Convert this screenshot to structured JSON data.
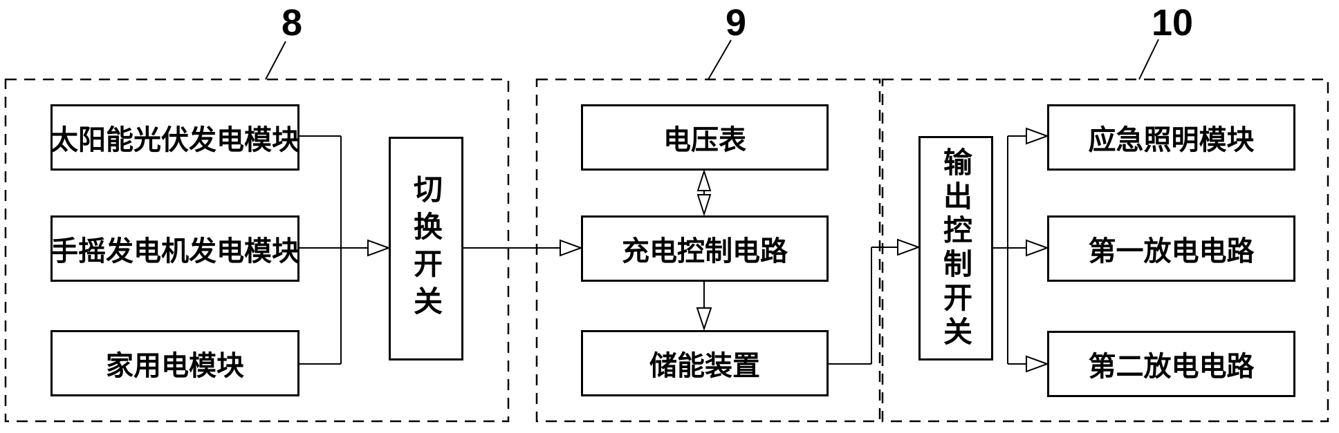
{
  "figure": {
    "background_color": "#ffffff",
    "line_color": "#000000",
    "groups": {
      "g8": {
        "ref": "8",
        "nodes": {
          "solar": "太阳能光伏发电模块",
          "hand_crank": "手摇发电机发电模块",
          "household": "家用电模块",
          "changeover_switch": "切换开关"
        }
      },
      "g9": {
        "ref": "9",
        "nodes": {
          "voltmeter": "电压表",
          "charge_control": "充电控制电路",
          "storage": "储能装置"
        }
      },
      "g10": {
        "ref": "10",
        "nodes": {
          "output_switch": "输出控制开关",
          "emergency_light": "应急照明模块",
          "discharge1": "第一放电电路",
          "discharge2": "第二放电电路"
        }
      }
    },
    "connections": [
      {
        "from": "solar",
        "to": "changeover_switch",
        "bidirectional": false
      },
      {
        "from": "hand_crank",
        "to": "changeover_switch",
        "bidirectional": false
      },
      {
        "from": "household",
        "to": "changeover_switch",
        "bidirectional": false
      },
      {
        "from": "changeover_switch",
        "to": "charge_control",
        "bidirectional": false
      },
      {
        "from": "voltmeter",
        "to": "charge_control",
        "bidirectional": true
      },
      {
        "from": "charge_control",
        "to": "storage",
        "bidirectional": false
      },
      {
        "from": "storage",
        "to": "output_switch",
        "bidirectional": false
      },
      {
        "from": "output_switch",
        "to": "emergency_light",
        "bidirectional": false
      },
      {
        "from": "output_switch",
        "to": "discharge1",
        "bidirectional": false
      },
      {
        "from": "output_switch",
        "to": "discharge2",
        "bidirectional": false
      }
    ]
  }
}
